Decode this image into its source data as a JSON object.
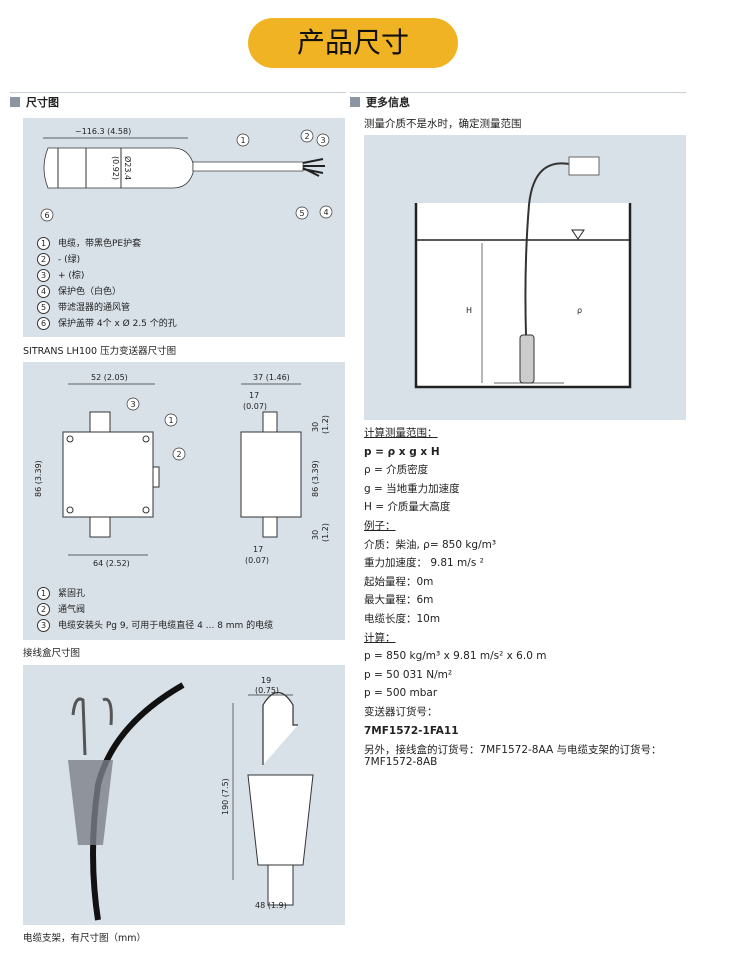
{
  "title": "产品尺寸",
  "left": {
    "header": "尺寸图",
    "fig1": {
      "dim": "~116.3 (4.58)",
      "dia": "Ø23.4",
      "dia_in": "(0.92)",
      "callouts": [
        "1",
        "2",
        "3",
        "4",
        "5",
        "6"
      ],
      "legend": [
        {
          "n": "1",
          "t": "电缆，带黑色PE护套"
        },
        {
          "n": "2",
          "t": "- (绿)"
        },
        {
          "n": "3",
          "t": "+ (棕)"
        },
        {
          "n": "4",
          "t": "保护色（白色）"
        },
        {
          "n": "5",
          "t": "带滤湿器的通风管"
        },
        {
          "n": "6",
          "t": "保护盖带 4个 x Ø 2.5 个的孔"
        }
      ],
      "caption": "SITRANS LH100 压力变送器尺寸图"
    },
    "fig2": {
      "d1": "52 (2.05)",
      "d2": "86 (3.39)",
      "d3": "64 (2.52)",
      "d4": "37 (1.46)",
      "d5": "17",
      "d5b": "(0.07)",
      "d6": "30",
      "d6b": "(1.2)",
      "d7": "86 (3.39)",
      "d8": "30",
      "d8b": "(1.2)",
      "d9": "17",
      "d9b": "(0.07)",
      "callouts": [
        "1",
        "2",
        "3"
      ],
      "legend": [
        {
          "n": "1",
          "t": "紧固孔"
        },
        {
          "n": "2",
          "t": "通气阀"
        },
        {
          "n": "3",
          "t": "电缆安装头 Pg 9, 可用于电缆直径 4 ... 8 mm 的电缆"
        }
      ],
      "caption": "接线盒尺寸图"
    },
    "fig3": {
      "d1": "19",
      "d1b": "(0.75)",
      "d2": "190 (7.5)",
      "d3": "48 (1.9)",
      "caption": "电缆支架，有尺寸图（mm）"
    }
  },
  "right": {
    "header": "更多信息",
    "intro": "测量介质不是水时，确定测量范围",
    "diagram": {
      "h": "H",
      "rho": "ρ"
    },
    "lines": [
      {
        "t": "计算测量范围：",
        "s": "u"
      },
      {
        "t": "p = ρ x g x H",
        "s": "b"
      },
      {
        "t": "ρ = 介质密度"
      },
      {
        "t": "g = 当地重力加速度"
      },
      {
        "t": "H = 介质量大高度"
      },
      {
        "t": "例子：",
        "s": "u"
      },
      {
        "t": "介质：柴油, ρ= 850 kg/m³"
      },
      {
        "t": "重力加速度： 9.81 m/s ²"
      },
      {
        "t": "起始量程：0m"
      },
      {
        "t": "最大量程：6m"
      },
      {
        "t": "电缆长度：10m"
      },
      {
        "t": "计算：",
        "s": "u"
      },
      {
        "t": "p = 850 kg/m³ x 9.81 m/s² x 6.0 m"
      },
      {
        "t": "p = 50 031 N/m²"
      },
      {
        "t": "p = 500 mbar"
      },
      {
        "t": "变送器订货号："
      },
      {
        "t": "7MF1572-1FA11",
        "s": "b"
      }
    ],
    "note": "另外，接线盒的订货号：7MF1572-8AA 与电缆支架的订货号：7MF1572-8AB"
  }
}
